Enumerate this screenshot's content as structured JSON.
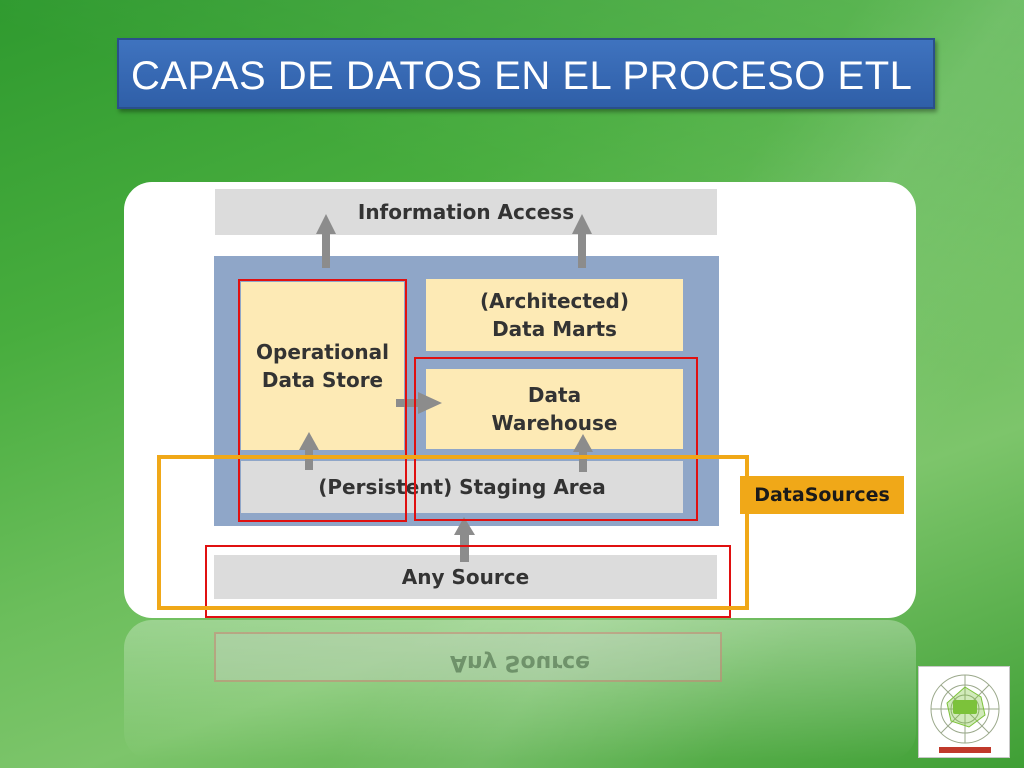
{
  "title": "CAPAS DE DATOS EN EL PROCESO ETL",
  "layers": {
    "information_access": "Information Access",
    "architected_data_marts": "(Architected)\nData Marts",
    "operational_data_store": "Operational\nData Store",
    "data_warehouse": "Data\nWarehouse",
    "staging_area": "(Persistent) Staging Area",
    "any_source": "Any Source"
  },
  "datasources_label": "DataSources",
  "reflection_text": "Any Source",
  "logo": {
    "icon": "lpi-radar-logo-icon"
  },
  "colors": {
    "title_bar": "#2f5fa8",
    "layer_gray": "#dcdcdc",
    "layer_yellow": "#fdeab5",
    "frame_blue": "#8fa6c8",
    "highlight_red": "#e01010",
    "datasources_orange": "#f0a818",
    "arrow_gray": "#8c8c8c"
  }
}
